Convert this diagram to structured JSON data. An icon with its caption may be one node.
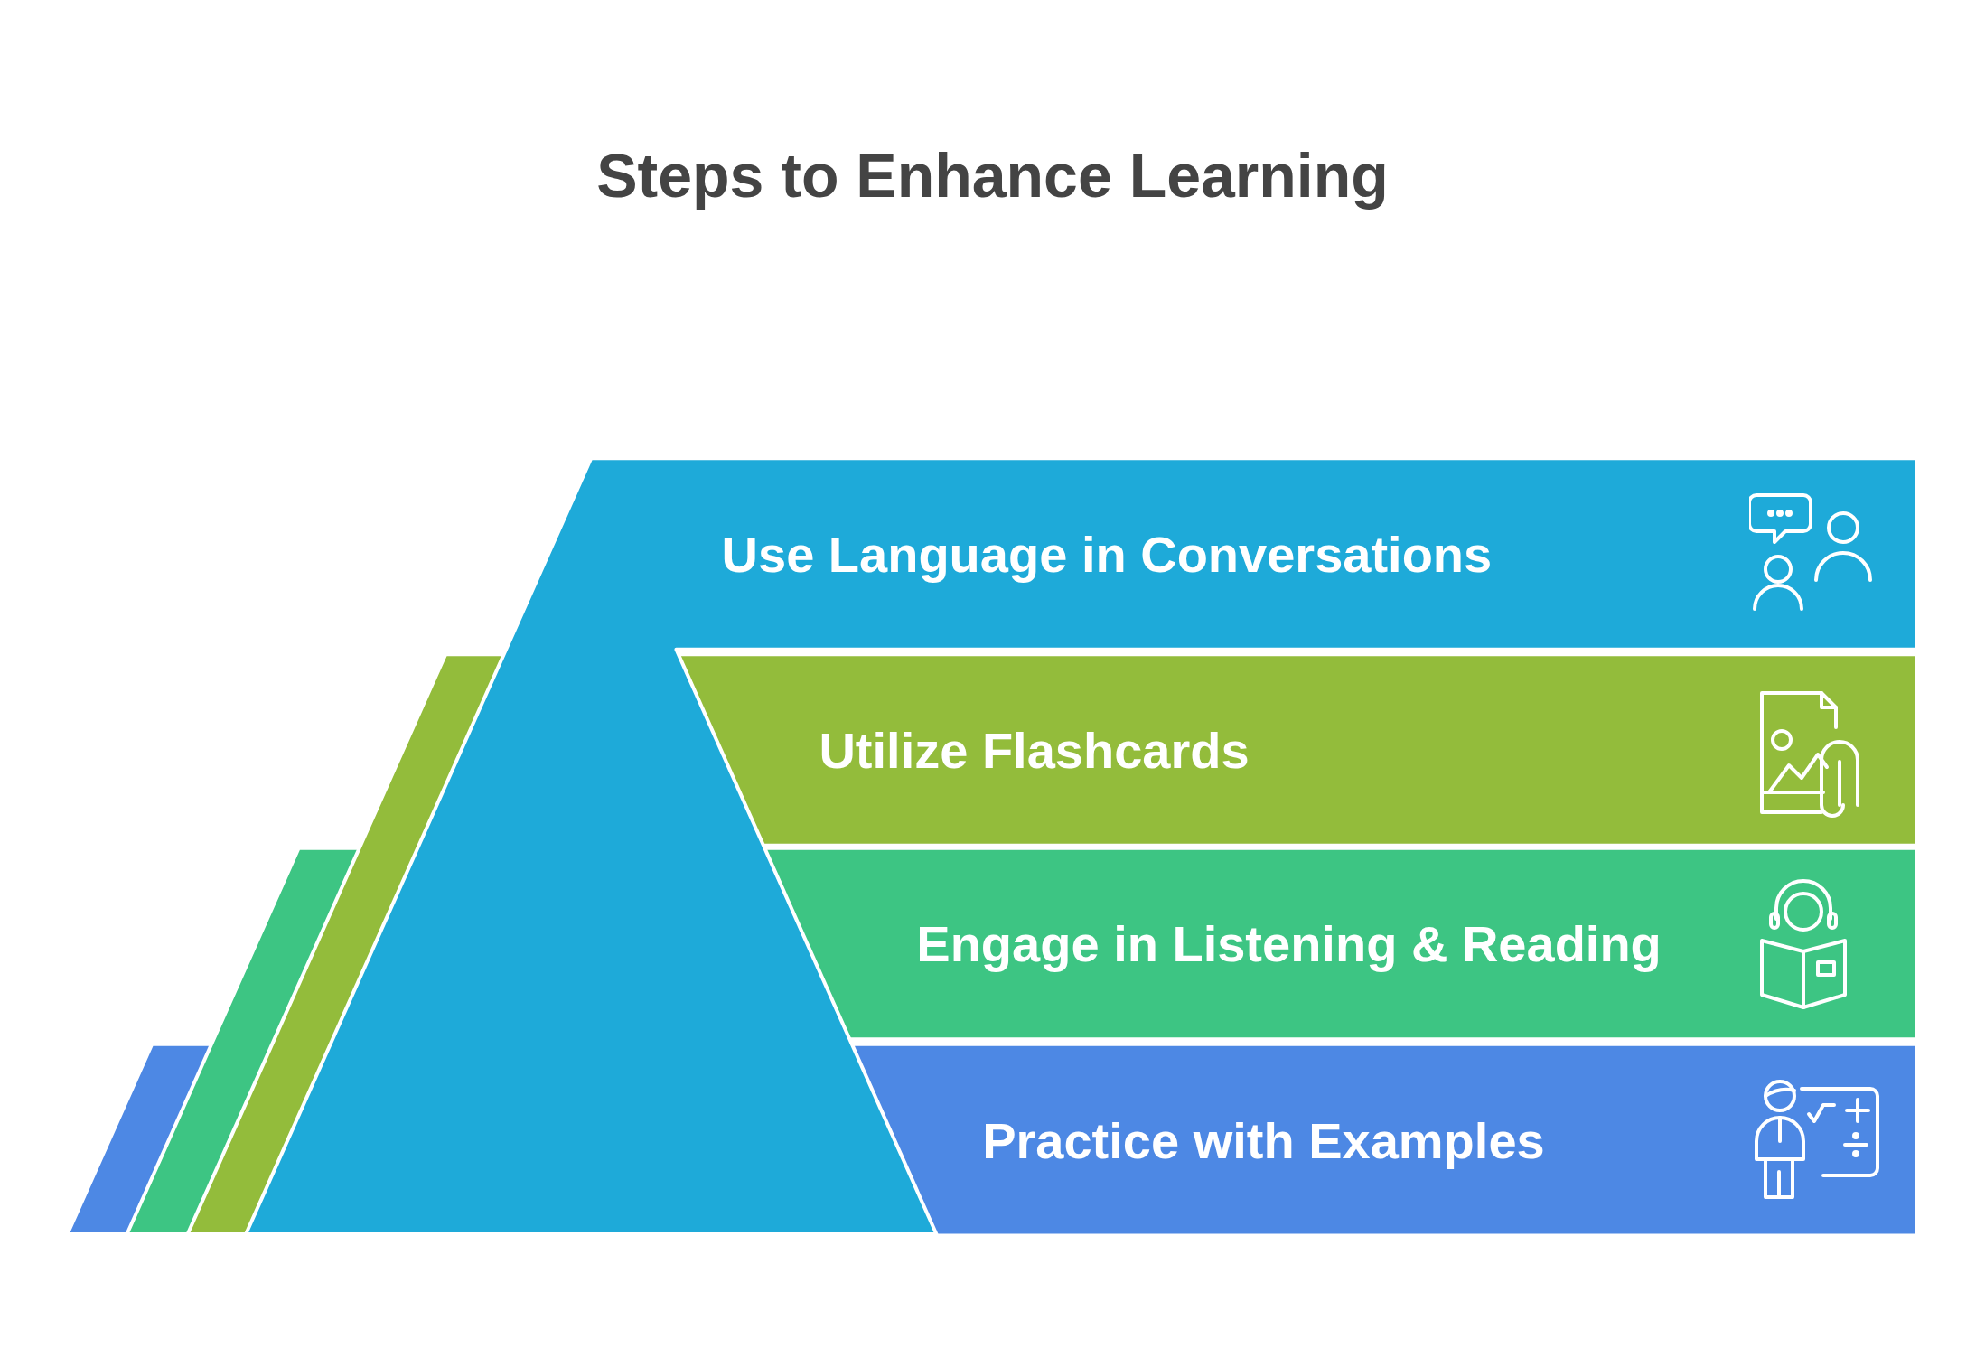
{
  "diagram": {
    "title": "Steps to Enhance Learning",
    "nodes": [
      {
        "text": [
          "Use Language in Conversations"
        ]
      },
      {
        "text": [
          "Utilize Flashcards"
        ]
      },
      {
        "text": [
          "Engage in Listening & Reading"
        ]
      },
      {
        "text": [
          "Practice with Examples"
        ]
      }
    ]
  }
}
